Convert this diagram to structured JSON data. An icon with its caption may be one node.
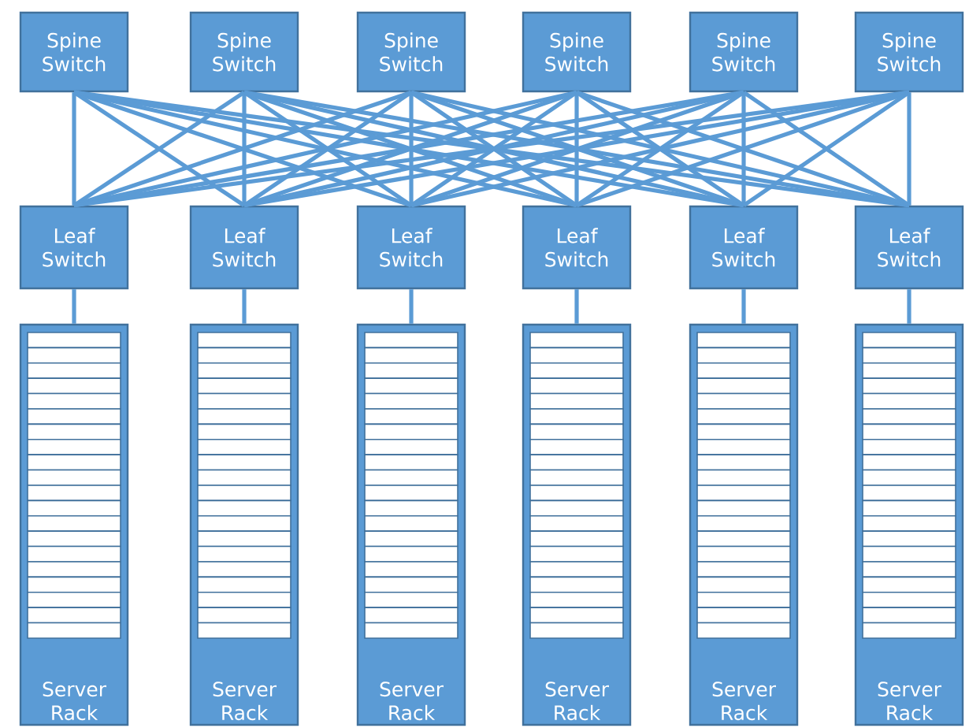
{
  "diagram": {
    "nodes": [
      {
        "text": [
          "Spine Switch"
        ]
      },
      {
        "text": [
          "Spine Switch"
        ]
      },
      {
        "text": [
          "Spine Switch"
        ]
      },
      {
        "text": [
          "Spine Switch"
        ]
      },
      {
        "text": [
          "Spine Switch"
        ]
      },
      {
        "text": [
          "Spine Switch"
        ]
      },
      {
        "text": [
          "Leaf Switch"
        ]
      },
      {
        "text": [
          "Leaf Switch"
        ]
      },
      {
        "text": [
          "Leaf Switch"
        ]
      },
      {
        "text": [
          "Leaf Switch"
        ]
      },
      {
        "text": [
          "Leaf Switch"
        ]
      },
      {
        "text": [
          "Leaf Switch"
        ]
      },
      {
        "text": [
          "Server Rack"
        ]
      },
      {
        "text": [
          "Server Rack"
        ]
      },
      {
        "text": [
          "Server Rack"
        ]
      },
      {
        "text": [
          "Server Rack"
        ]
      },
      {
        "text": [
          "Server Rack"
        ]
      },
      {
        "text": [
          "Server Rack"
        ]
      }
    ],
    "edges": [
      {
        "from": 0,
        "to": 6,
        "arrow": "none"
      },
      {
        "from": 0,
        "to": 7,
        "arrow": "none"
      },
      {
        "from": 0,
        "to": 8,
        "arrow": "none"
      },
      {
        "from": 0,
        "to": 9,
        "arrow": "none"
      },
      {
        "from": 0,
        "to": 10,
        "arrow": "none"
      },
      {
        "from": 0,
        "to": 11,
        "arrow": "none"
      },
      {
        "from": 1,
        "to": 6,
        "arrow": "none"
      },
      {
        "from": 1,
        "to": 7,
        "arrow": "none"
      },
      {
        "from": 1,
        "to": 8,
        "arrow": "none"
      },
      {
        "from": 1,
        "to": 9,
        "arrow": "none"
      },
      {
        "from": 1,
        "to": 10,
        "arrow": "none"
      },
      {
        "from": 1,
        "to": 11,
        "arrow": "none"
      },
      {
        "from": 2,
        "to": 6,
        "arrow": "none"
      },
      {
        "from": 2,
        "to": 7,
        "arrow": "none"
      },
      {
        "from": 2,
        "to": 8,
        "arrow": "none"
      },
      {
        "from": 2,
        "to": 9,
        "arrow": "none"
      },
      {
        "from": 2,
        "to": 10,
        "arrow": "none"
      },
      {
        "from": 2,
        "to": 11,
        "arrow": "none"
      },
      {
        "from": 3,
        "to": 6,
        "arrow": "none"
      },
      {
        "from": 3,
        "to": 7,
        "arrow": "none"
      },
      {
        "from": 3,
        "to": 8,
        "arrow": "none"
      },
      {
        "from": 3,
        "to": 9,
        "arrow": "none"
      },
      {
        "from": 3,
        "to": 10,
        "arrow": "none"
      },
      {
        "from": 3,
        "to": 11,
        "arrow": "none"
      },
      {
        "from": 4,
        "to": 6,
        "arrow": "none"
      },
      {
        "from": 4,
        "to": 7,
        "arrow": "none"
      },
      {
        "from": 4,
        "to": 8,
        "arrow": "none"
      },
      {
        "from": 4,
        "to": 9,
        "arrow": "none"
      },
      {
        "from": 4,
        "to": 10,
        "arrow": "none"
      },
      {
        "from": 4,
        "to": 11,
        "arrow": "none"
      },
      {
        "from": 5,
        "to": 6,
        "arrow": "none"
      },
      {
        "from": 5,
        "to": 7,
        "arrow": "none"
      },
      {
        "from": 5,
        "to": 8,
        "arrow": "none"
      },
      {
        "from": 5,
        "to": 9,
        "arrow": "none"
      },
      {
        "from": 5,
        "to": 10,
        "arrow": "none"
      },
      {
        "from": 5,
        "to": 11,
        "arrow": "none"
      },
      {
        "from": 6,
        "to": 12,
        "arrow": "none"
      },
      {
        "from": 7,
        "to": 13,
        "arrow": "none"
      },
      {
        "from": 8,
        "to": 14,
        "arrow": "none"
      },
      {
        "from": 9,
        "to": 15,
        "arrow": "none"
      },
      {
        "from": 10,
        "to": 16,
        "arrow": "none"
      },
      {
        "from": 11,
        "to": 17,
        "arrow": "none"
      }
    ]
  }
}
